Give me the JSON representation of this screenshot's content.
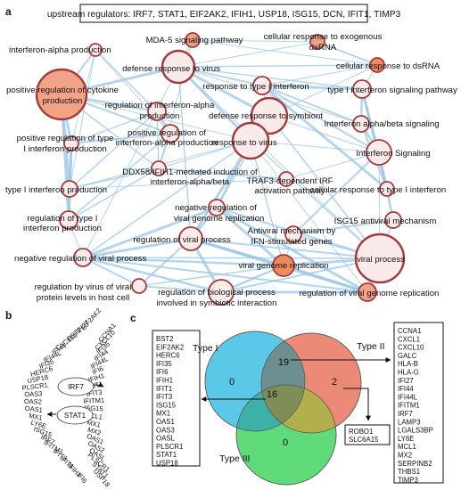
{
  "panel_a": {
    "label": "a",
    "regulators_title": "upstream regulators: IRF7, STAT1, EIF2AK2, IFIH1, USP18, ISG15, DCN, IFIT1, TIMP3",
    "colors": {
      "edge": "#9cc7e6",
      "node_stroke": "#a23c3c",
      "node_fill_light": "#fbeaea",
      "node_fill_orange": "#ec8a60",
      "node_fill_salmon": "#f2a286"
    },
    "nodes": [
      {
        "id": "ifna_prod",
        "label": "interferon-alpha production"
      },
      {
        "id": "mda5",
        "label": "MDA-5 signaling pathway"
      },
      {
        "id": "exo_dsrna",
        "label": "cellular response to exogenous dsRNA"
      },
      {
        "id": "pos_cyto",
        "label": "positive regulation of cytokine production"
      },
      {
        "id": "def_virus",
        "label": "defense response to virus"
      },
      {
        "id": "resp_dsrna",
        "label": "cellular response to dsRNA"
      },
      {
        "id": "resp_t1ifn",
        "label": "response to type I interferon"
      },
      {
        "id": "t1_sig",
        "label": "type I interferon signaling pathway"
      },
      {
        "id": "reg_ifna",
        "label": "regulation of interferon-alpha production"
      },
      {
        "id": "def_symb",
        "label": "defense response to symbiont"
      },
      {
        "id": "pos_t1_prod",
        "label": "positive regulation of type I interferon production"
      },
      {
        "id": "pos_ifna",
        "label": "positive regulation of interferon-alpha production"
      },
      {
        "id": "ifn_ab_sig",
        "label": "Interferon alpha/beta signaling"
      },
      {
        "id": "resp_virus",
        "label": "response to virus"
      },
      {
        "id": "ifn_sig",
        "label": "Interferon Signaling"
      },
      {
        "id": "ddx58",
        "label": "DDX58/IFIH1-mediated induction of interferon-alpha/beta"
      },
      {
        "id": "traf3",
        "label": "TRAF3-dependent IRF activation pathway"
      },
      {
        "id": "t1_prod",
        "label": "type I interferon production"
      },
      {
        "id": "cell_t1",
        "label": "cellular response to type I interferon"
      },
      {
        "id": "neg_rep",
        "label": "negative regulation of viral genome replication"
      },
      {
        "id": "reg_t1_prod",
        "label": "regulation of type I interferon production"
      },
      {
        "id": "isg15_mech",
        "label": "ISG15 antiviral mechanism"
      },
      {
        "id": "reg_vp",
        "label": "regulation of viral process"
      },
      {
        "id": "antiviral_mech",
        "label": "Antiviral mechanism by IFN-stimulated genes"
      },
      {
        "id": "neg_vp",
        "label": "negative regulation of viral process"
      },
      {
        "id": "vp",
        "label": "viral process"
      },
      {
        "id": "vgr",
        "label": "viral genome replication"
      },
      {
        "id": "reg_by_virus",
        "label": "regulation by virus of viral protein levels in host cell"
      },
      {
        "id": "reg_bio",
        "label": "regulation of biological process involved in symbiotic interaction"
      },
      {
        "id": "reg_vgr",
        "label": "regulation of viral genome replication"
      }
    ]
  },
  "panel_b": {
    "label": "b",
    "irf7": "IRF7",
    "stat1": "STAT1",
    "outer_genes": [
      "EIF2AK2",
      "IFI27",
      "BST2",
      "CXCL10",
      "IFI44",
      "IFI44L",
      "IFI35",
      "HERC6",
      "USP18",
      "PLSCR1",
      "OAS3",
      "OAS2",
      "OAS1",
      "MX1",
      "LY6E",
      "ISG15",
      "IRF7",
      "IFITM1",
      "IFIT3",
      "IFIT1",
      "IFIH1",
      "IFI6"
    ],
    "inner_genes": [
      "CCNA1",
      "CXCL10",
      "IFI35",
      "IFI44",
      "IFI44L",
      "IFI6",
      "IFIH1",
      "IFIT1",
      "IFIT3",
      "IFITM1",
      "ISG15",
      "MCL1",
      "MX1",
      "MX2",
      "OAS1",
      "OAS2",
      "OASL",
      "PLSCR1",
      "STAT1",
      "USP18"
    ]
  },
  "panel_c": {
    "label": "c",
    "colors": {
      "type1": "#5bc8e8",
      "type2": "#ec8a78",
      "type3": "#60db7a",
      "i12": "#6d8f8f",
      "i23": "#b1b04c",
      "i13": "#3fb0a7",
      "center": "#7f8d57"
    },
    "sets": [
      "Type I",
      "Type II",
      "Type III"
    ],
    "counts": {
      "only_1": "0",
      "only_2": "2",
      "only_3": "0",
      "i12": "19",
      "center": "16"
    },
    "left_list": [
      "BST2",
      "EIF2AK2",
      "HERC6",
      "IFI35",
      "IFI6",
      "IFIH1",
      "IFIT1",
      "IFIT3",
      "ISG15",
      "MX1",
      "OAS1",
      "OAS3",
      "OASL",
      "PLSCR1",
      "STAT1",
      "USP18"
    ],
    "mid_list": [
      "ROBO1",
      "SLC6A15"
    ],
    "right_list": [
      "CCNA1",
      "CXCL1",
      "CXCL10",
      "GALC",
      "HLA-B",
      "HLA-G",
      "IFI27",
      "IFI44",
      "IFI44L",
      "IFITM1",
      "IRF7",
      "LAMP3",
      "LGALS3BP",
      "LY6E",
      "MCL1",
      "MX2",
      "SERPINB2",
      "THBS1",
      "TIMP3"
    ]
  }
}
